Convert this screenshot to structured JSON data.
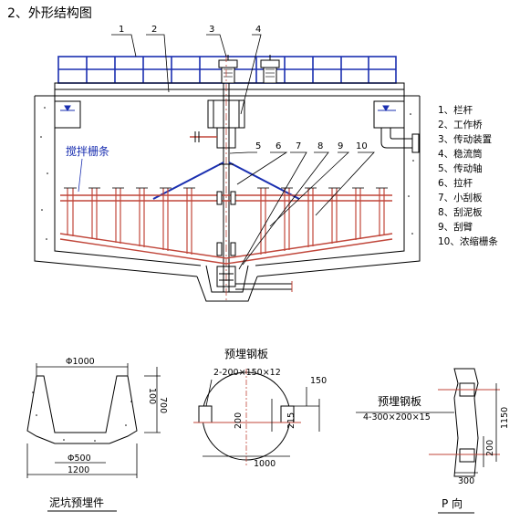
{
  "title": "2、外形结构图",
  "callouts": [
    "1",
    "2",
    "3",
    "4",
    "5",
    "6",
    "7",
    "8",
    "9",
    "10"
  ],
  "legend": [
    "1、栏杆",
    "2、工作桥",
    "3、传动装置",
    "4、稳流筒",
    "5、传动轴",
    "6、拉杆",
    "7、小刮板",
    "8、刮泥板",
    "9、刮臂",
    "10、浓缩栅条"
  ],
  "stir_label": "搅拌栅条",
  "pit": {
    "caption": "泥坑预埋件",
    "dims": [
      "Φ1000",
      "100",
      "700",
      "Φ500",
      "1200"
    ]
  },
  "plate": {
    "title": "预埋钢板",
    "spec": "2-200×150×12",
    "dims": [
      "150",
      "200",
      "215",
      "1000"
    ]
  },
  "p_view": {
    "caption": "P 向",
    "title": "预埋钢板",
    "spec": "4-300×200×15",
    "dims": [
      "1150",
      "200",
      "300"
    ]
  },
  "colors": {
    "line": "#000000",
    "railing": "#1a2fb0",
    "grid": "#c0463a",
    "water": "#1a2fb0"
  }
}
